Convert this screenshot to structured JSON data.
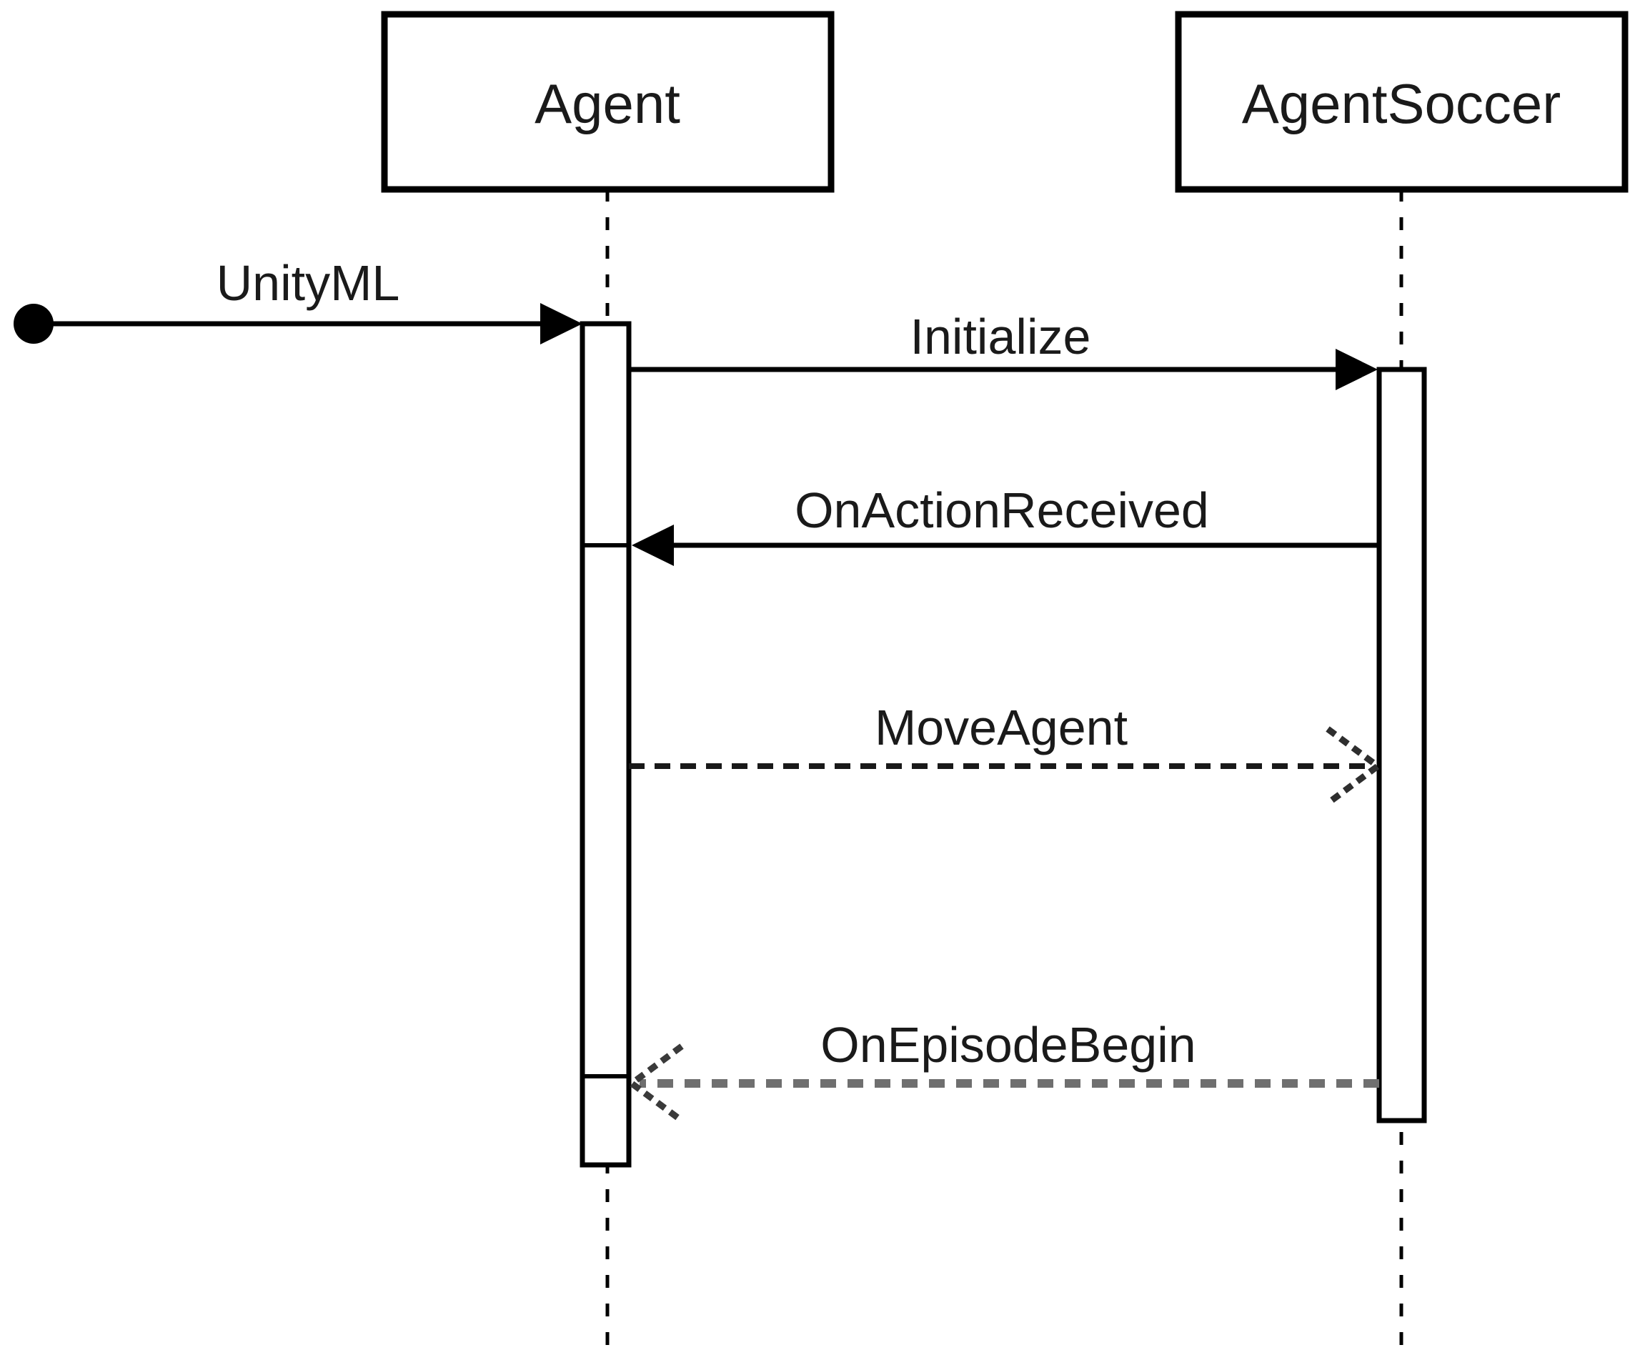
{
  "diagram": {
    "kind": "uml-sequence-diagram",
    "background_color": "#ffffff",
    "colors": {
      "line": "#000000",
      "text": "#1a1a1a",
      "dashed_gray_message": "#6f6f6f"
    },
    "participants": [
      {
        "name": "Agent"
      },
      {
        "name": "AgentSoccer"
      }
    ],
    "start_marker": "filled-circle",
    "messages": [
      {
        "label": "UnityML",
        "from": "start",
        "to": "Agent",
        "line_style": "solid",
        "arrowhead": "filled-triangle"
      },
      {
        "label": "Initialize",
        "from": "Agent",
        "to": "AgentSoccer",
        "line_style": "solid",
        "arrowhead": "filled-triangle"
      },
      {
        "label": "OnActionReceived",
        "from": "AgentSoccer",
        "to": "Agent",
        "line_style": "solid",
        "arrowhead": "filled-triangle"
      },
      {
        "label": "MoveAgent",
        "from": "Agent",
        "to": "AgentSoccer",
        "line_style": "dashed",
        "arrowhead": "open-chevron"
      },
      {
        "label": "OnEpisodeBegin",
        "from": "AgentSoccer",
        "to": "Agent",
        "line_style": "dashed",
        "arrowhead": "open-chevron"
      }
    ]
  }
}
